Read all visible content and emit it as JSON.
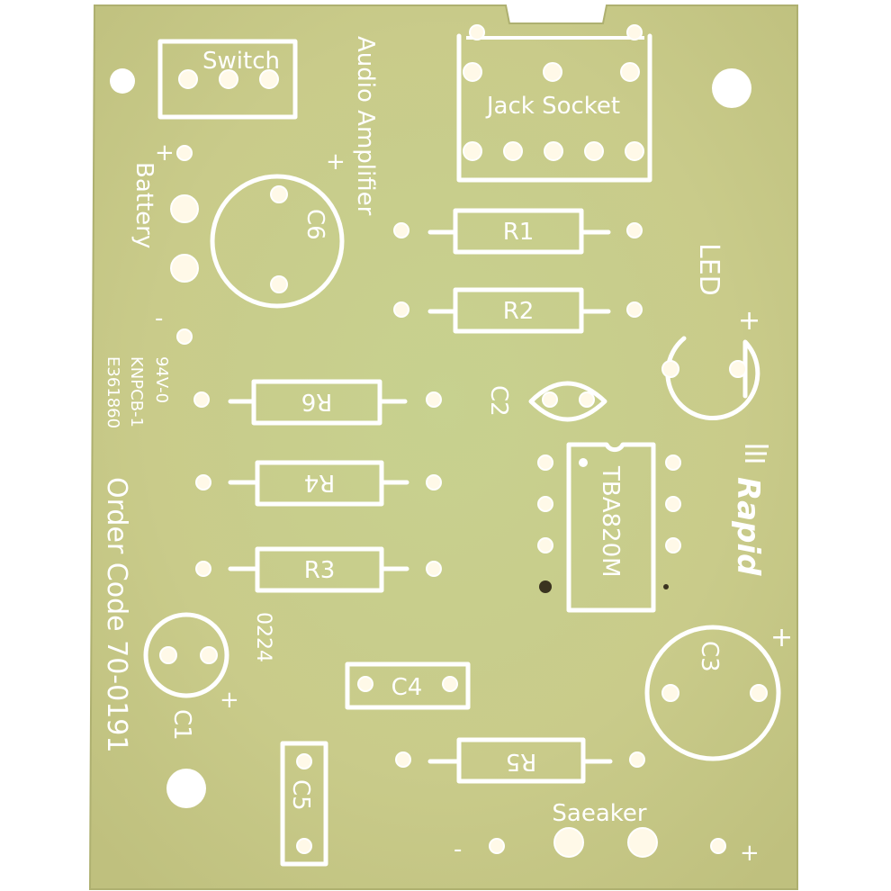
{
  "labels": {
    "switch": "Switch",
    "audio_amplifier": "Audio Amplifier",
    "battery": "Battery",
    "battery_plus": "+",
    "battery_minus": "-",
    "c6": "C6",
    "c6_plus": "+",
    "jack_socket": "Jack Socket",
    "r1": "R1",
    "r2": "R2",
    "r3": "R3",
    "r4": "R4",
    "r5": "R5",
    "r6": "R6",
    "c1": "C1",
    "c1_plus": "+",
    "c2": "C2",
    "c3": "C3",
    "c3_plus": "+",
    "c4": "C4",
    "c5": "C5",
    "led": "LED",
    "led_plus": "+",
    "ic": "TBA820M",
    "brand": "Rapid",
    "cert_line1": "94V-0",
    "cert_line2": "KNPCB-1",
    "cert_line3": "E361860",
    "order_code": "Order Code 70-0191",
    "date_code": "0224",
    "speaker": "Saeaker",
    "speaker_minus": "-",
    "speaker_plus": "+"
  },
  "colors": {
    "board": "#c9cf8e",
    "board_edge": "#b9bf7c",
    "silkscreen": "#ffffff",
    "pad": "#fff9e8"
  }
}
